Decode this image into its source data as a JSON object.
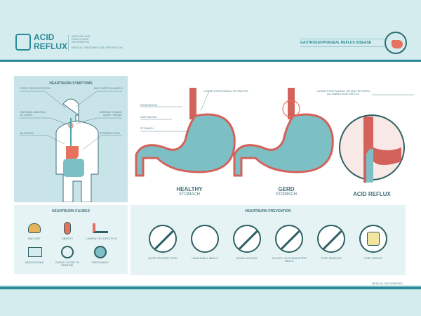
{
  "header": {
    "logo_line1": "ACID",
    "logo_line2": "REFLUX",
    "subtitle1": "MEDICINE AND HEALTHCARE INFOGRAPHIC",
    "subtitle2": "MEDICAL TREATMENT AND PREVENTION",
    "right_title": "GASTROESOPHAGEAL REFLUX DISEASE"
  },
  "symptoms": {
    "title": "HEARTBURN SYMPTOMS",
    "labels": [
      "FOOD REGURGITATION",
      "BURNING AND PAIN IN CHEST",
      "BLOATING",
      "BAD TASTE IN MOUTH",
      "CHRONIC COUGH SORE THROAT",
      "STOMACH PAIN"
    ]
  },
  "anatomy": {
    "lower_sphincter": "LOWER ESOPHAGEAL SPHINCTER",
    "esophagus": "ESOPHAGUS",
    "diaphragm": "DIAPHRAGM",
    "stomach": "STOMACH",
    "open_sphincter": "LOWER ESOPHAGEAL SPHINCTER OPEN ALLOWING ACID REFLUX",
    "healthy_1": "HEALTHY",
    "healthy_2": "STOMACH",
    "gerd_1": "GERD",
    "gerd_2": "STOMACH",
    "acid_reflux": "ACID REFLUX"
  },
  "causes": {
    "title": "HEARTBURN CAUSES",
    "items": [
      "BAD DIET",
      "OBESITY",
      "UNHEALTHY LIFESTYLE",
      "MEDICATIONS",
      "EATING CLOSE TO BEDTIME",
      "PREGNANCY"
    ]
  },
  "prevention": {
    "title": "HEARTBURN PREVENTION",
    "items": [
      "AVOID TRIGGER FOOD",
      "HAVE SMALL MEALS",
      "AVOID ALCOHOL",
      "DO NOT LAY DOWN AFTER MEALS",
      "STOP SMOKING",
      "LOSE WEIGHT"
    ]
  },
  "footer": {
    "note": "MEDICAL INFOGRAPHIC"
  },
  "colors": {
    "teal": "#2b8a98",
    "red": "#e8705f",
    "panel": "#c9e4e8"
  }
}
